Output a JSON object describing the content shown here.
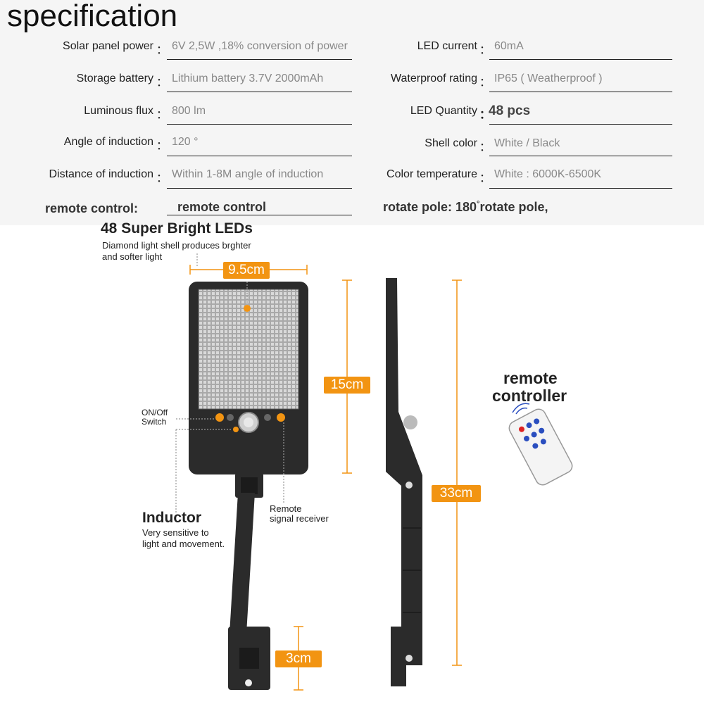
{
  "title": "specification",
  "specs_left": [
    {
      "label": "Solar panel power",
      "value": "6V 2,5W ,18% conversion of power"
    },
    {
      "label": "Storage battery",
      "value": "Lithium battery 3.7V  2000mAh"
    },
    {
      "label": "Luminous flux",
      "value": "800 lm"
    },
    {
      "label": "Angle of induction",
      "value": "120 °"
    },
    {
      "label": "Distance of induction",
      "value": "Within 1-8M angle of induction"
    }
  ],
  "specs_right": [
    {
      "label": "LED current",
      "value": "60mA"
    },
    {
      "label": "Waterproof rating",
      "value": "IP65 ( Weatherproof )"
    },
    {
      "label": "LED Quantity",
      "value": "48 pcs"
    },
    {
      "label": "Shell color",
      "value": "White / Black"
    },
    {
      "label": "Color temperature",
      "value": "White : 6000K-6500K"
    }
  ],
  "colon": "：",
  "remote_label": "remote control:",
  "remote_value": "remote control",
  "rotate_label": "rotate pole: 180",
  "rotate_degree": "°",
  "rotate_value": "rotate pole,",
  "leds_title": "48 Super Bright LEDs",
  "leds_desc_1": "Diamond light shell produces brghter",
  "leds_desc_2": "and softer light",
  "switch_1": "ON/Off",
  "switch_2": "Switch",
  "inductor_title": "Inductor",
  "inductor_desc_1": "Very sensitive to",
  "inductor_desc_2": "light and movement.",
  "receiver_1": "Remote",
  "receiver_2": "signal receiver",
  "dim_width": "9.5cm",
  "dim_height": "15cm",
  "dim_total": "33cm",
  "dim_bracket": "3cm",
  "remote_ctrl_1": "remote",
  "remote_ctrl_2": "controller",
  "colors": {
    "accent": "#f29412",
    "body": "#2b2b2b",
    "panel": "#bdbdbd"
  }
}
